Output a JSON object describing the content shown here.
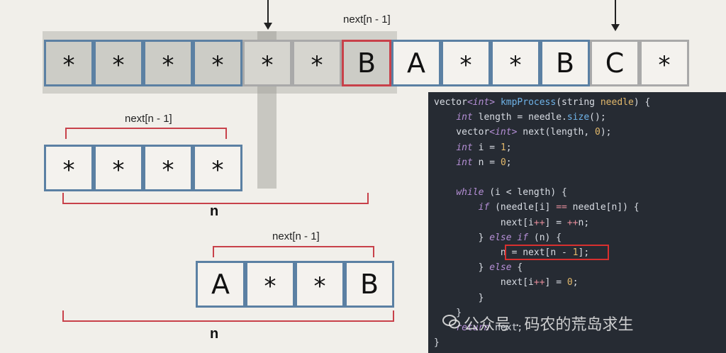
{
  "main_array": [
    "*",
    "*",
    "*",
    "*",
    "*",
    "*",
    "B",
    "A",
    "*",
    "*",
    "B",
    "C",
    "*"
  ],
  "top_label": "next[n - 1]",
  "prefix_group": {
    "label": "next[n - 1]",
    "cells": [
      "*",
      "*",
      "*",
      "*"
    ],
    "n_label": "n"
  },
  "suffix_group": {
    "label": "next[n - 1]",
    "cells": [
      "A",
      "*",
      "*",
      "B"
    ],
    "n_label": "n"
  },
  "code": {
    "lines": [
      "vector<int> kmpProcess(string needle) {",
      "    int length = needle.size();",
      "    vector<int> next(length, 0);",
      "    int i = 1;",
      "    int n = 0;",
      "",
      "    while (i < length) {",
      "        if (needle[i] == needle[n]) {",
      "            next[i++] = ++n;",
      "        } else if (n) {",
      "            n = next[n - 1];",
      "        } else {",
      "            next[i++] = 0;",
      "        }",
      "    }",
      "    return next;",
      "}"
    ],
    "highlighted_line": "n = next[n - 1];"
  },
  "watermark": "公众号 · 码农的荒岛求生",
  "colors": {
    "box_border": "#5b80a3",
    "highlight_red": "#c8414a",
    "code_bg": "#262b33"
  }
}
